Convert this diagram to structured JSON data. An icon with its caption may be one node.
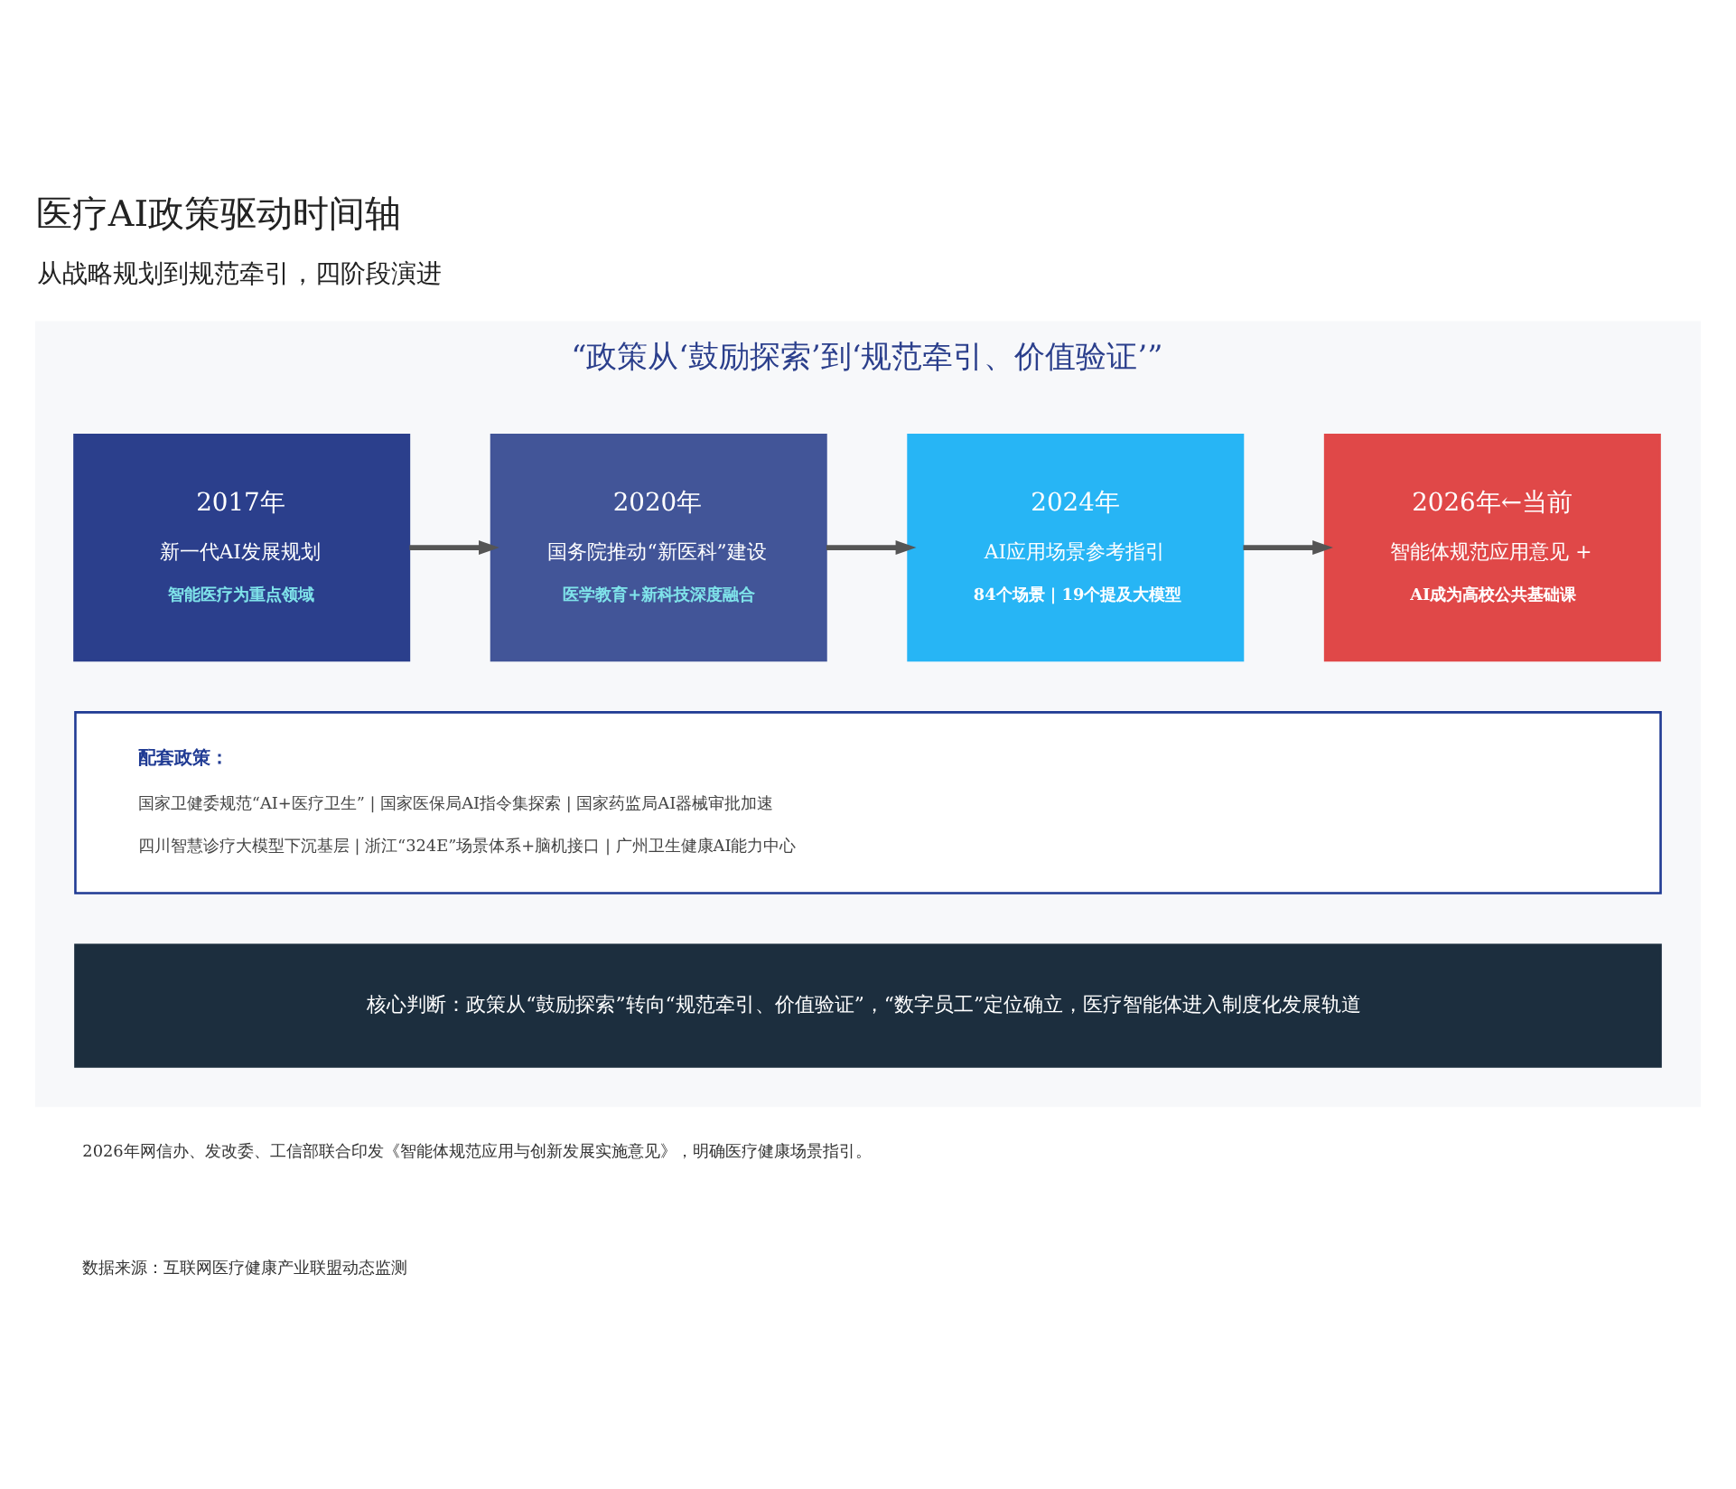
{
  "diagram": {
    "title": "医疗AI政策驱动时间轴",
    "nodes": [
      {
        "text": [
          "“政策从‘鼓励探索’到‘规范牵引、价值验证’”"
        ]
      },
      {
        "text": [
          "2017年",
          "新一代AI发展规划",
          "智能医疗为重点领域"
        ],
        "in": 0
      },
      {
        "text": [
          "2020年",
          "国务院推动“新医科”建设",
          "医学教育+新科技深度融合"
        ],
        "in": 0
      },
      {
        "text": [
          "2024年",
          "AI应用场景参考指引",
          "84个场景 | 19个提及大模型"
        ],
        "in": 0
      },
      {
        "text": [
          "2026年←当前",
          "智能体规范应用意见 +",
          "AI成为高校公共基础课"
        ],
        "in": 0
      },
      {
        "text": [
          "配套政策：",
          "国家卫健委规范“AI+医疗卫生” | 国家医保局AI指令集探索 | 国家药监局AI器械审批加速",
          "四川智慧诊疗大模型下沉基层 | 浙江“324E”场景体系+脑机接口 | 广州卫生健康AI能力中心"
        ],
        "in": 0
      },
      {
        "text": [
          "核心判断：政策从“鼓励探索”转向“规范牵引、价值验证”，“数字员工”定位确立，医疗智能体进入制度化发展轨道"
        ],
        "in": 0
      }
    ],
    "edges": [
      {
        "from": 1,
        "to": 2,
        "arrow": "to"
      },
      {
        "from": 2,
        "to": 3,
        "arrow": "to"
      },
      {
        "from": 3,
        "to": 4,
        "arrow": "to"
      }
    ],
    "labels": [
      "从战略规划到规范牵引，四阶段演进",
      "2026年网信办、发改委、工信部联合印发《智能体规范应用与创新发展实施意见》，明确医疗健康场景指引。",
      "数据来源：互联网医疗健康产业联盟动态监测"
    ]
  }
}
